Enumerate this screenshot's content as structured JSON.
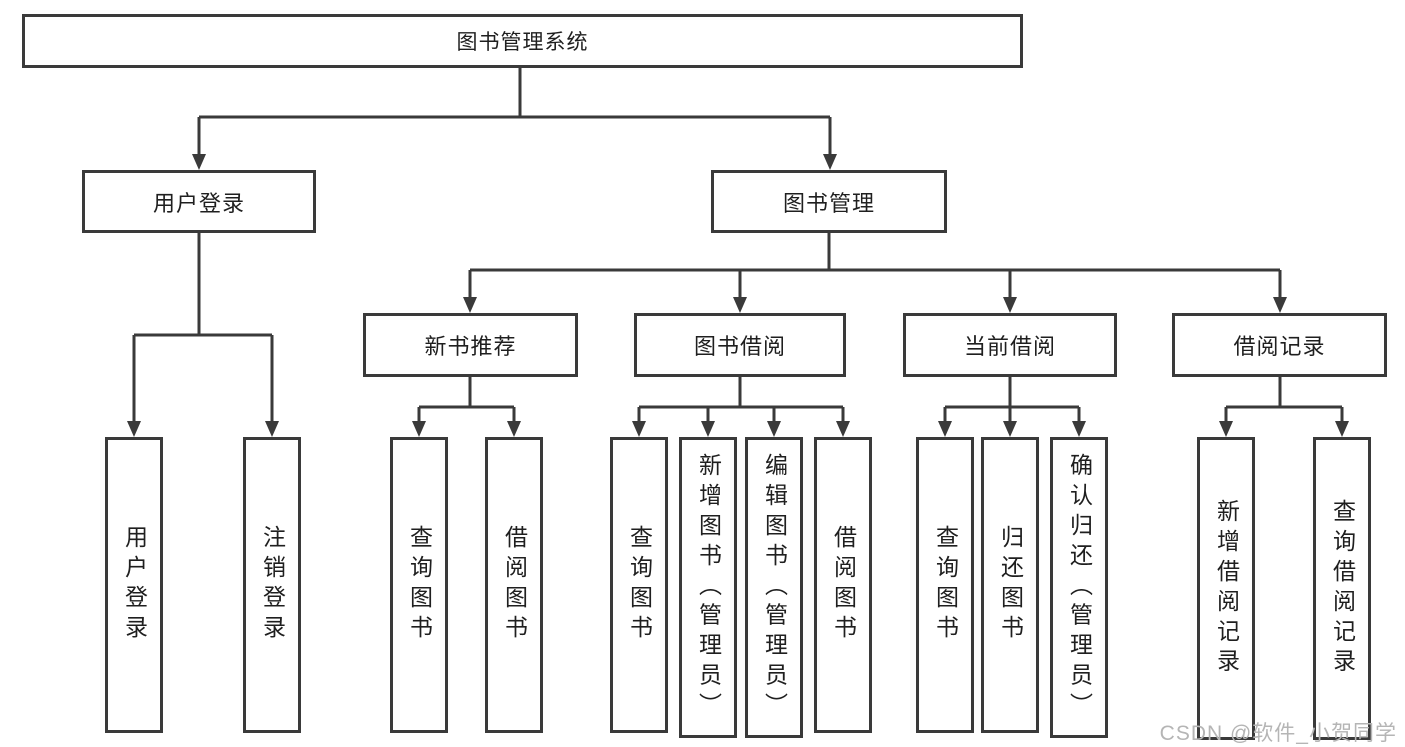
{
  "diagram": {
    "root": {
      "label": "图书管理系统"
    },
    "level2": [
      {
        "label": "用户登录"
      },
      {
        "label": "图书管理"
      }
    ],
    "level3": [
      {
        "label": "新书推荐"
      },
      {
        "label": "图书借阅"
      },
      {
        "label": "当前借阅"
      },
      {
        "label": "借阅记录"
      }
    ],
    "leaves": [
      {
        "label": "用户登录"
      },
      {
        "label": "注销登录"
      },
      {
        "label": "查询图书"
      },
      {
        "label": "借阅图书"
      },
      {
        "label": "查询图书"
      },
      {
        "label": "新增图书（管理员）"
      },
      {
        "label": "编辑图书（管理员）"
      },
      {
        "label": "借阅图书"
      },
      {
        "label": "查询图书"
      },
      {
        "label": "归还图书"
      },
      {
        "label": "确认归还（管理员）"
      },
      {
        "label": "新增借阅记录"
      },
      {
        "label": "查询借阅记录"
      }
    ]
  },
  "watermark": {
    "text": "CSDN @软件_小贺同学"
  },
  "colors": {
    "line": "#3a3a3a",
    "box_border": "#3a3a3a",
    "text": "#1f1f1f",
    "watermark": "#b5b5b5",
    "background": "#ffffff"
  }
}
